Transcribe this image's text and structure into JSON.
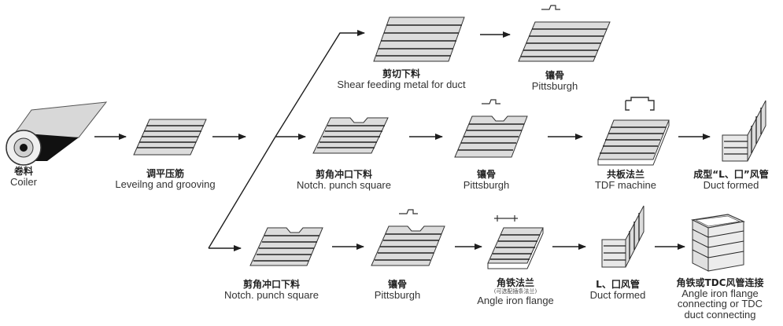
{
  "steps": {
    "coiler": {
      "zh": "卷料",
      "en": "Coiler"
    },
    "leveling": {
      "zh": "调平压筋",
      "en": "Leveilng and grooving"
    },
    "shear": {
      "zh": "剪切下料",
      "en": "Shear feeding metal for duct"
    },
    "pitts_top": {
      "zh": "镶骨",
      "en": "Pittsburgh"
    },
    "notch_mid": {
      "zh": "剪角冲口下料",
      "en": "Notch. punch square"
    },
    "pitts_mid": {
      "zh": "镶骨",
      "en": "Pittsburgh"
    },
    "tdf": {
      "zh": "共板法兰",
      "en": "TDF  machine"
    },
    "duct_mid": {
      "zh": "成型“L、囗”风管",
      "en": "Duct formed"
    },
    "notch_bot": {
      "zh": "剪角冲口下料",
      "en": "Notch. punch square"
    },
    "pitts_bot": {
      "zh": "镶骨",
      "en": "Pittsburgh"
    },
    "angle": {
      "zh": "角铁法兰",
      "note": "(可选配插条法兰)",
      "en": "Angle iron flange"
    },
    "duct_bot": {
      "zh": "L、囗风管",
      "en": "Duct formed"
    },
    "connect": {
      "zh": "角铁或TDC风管连接",
      "en1": "Angle iron flange",
      "en2": "connecting or TDC",
      "en3": "duct connecting"
    }
  },
  "colors": {
    "ink": "#2b2b2b",
    "sheet": "#dcdcdc",
    "line": "#1e1e1e"
  }
}
